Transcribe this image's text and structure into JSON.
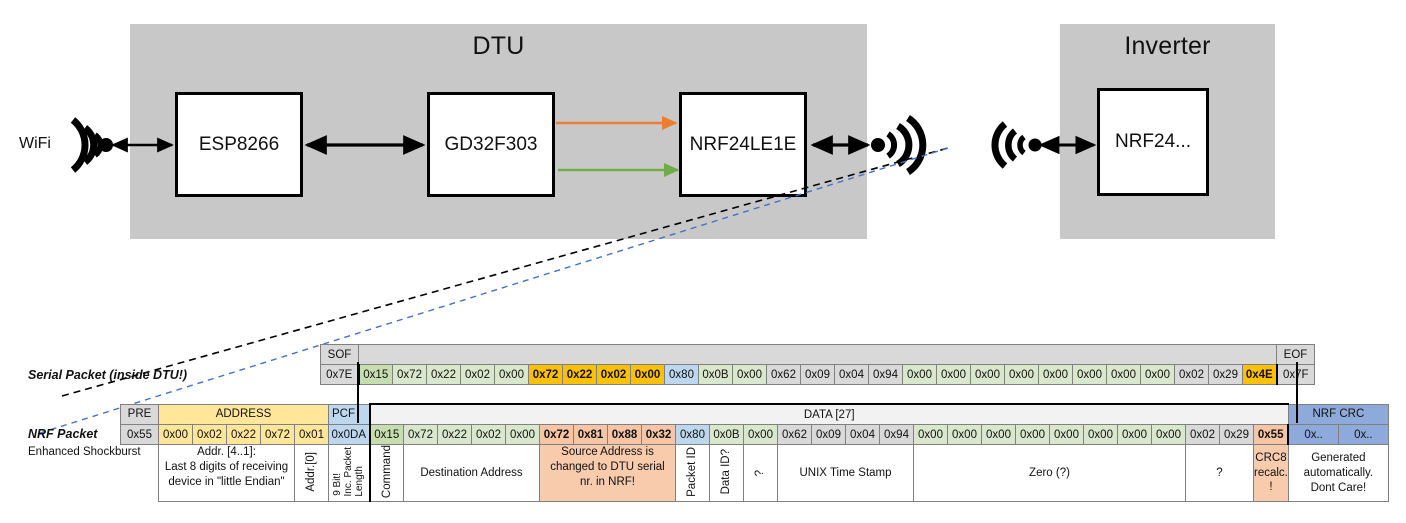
{
  "diagram": {
    "enclosures": [
      {
        "name": "dtu",
        "title": "DTU"
      },
      {
        "name": "inverter",
        "title": "Inverter"
      }
    ],
    "chips": [
      {
        "name": "esp8266",
        "label": "ESP8266"
      },
      {
        "name": "gd32f303",
        "label": "GD32F303"
      },
      {
        "name": "nrf24le1e",
        "label": "NRF24LE1E"
      },
      {
        "name": "nrf24",
        "label": "NRF24..."
      }
    ],
    "wifi_label": "WiFi",
    "arrow_colors": {
      "serial_tx": "#ED7D31",
      "serial_rx": "#70AD47",
      "bus": "#000000"
    },
    "leader_colors": {
      "serial": "#000000",
      "nrf": "#4472C4"
    }
  },
  "packets": {
    "serial_label": "Serial Packet (inside DTU!)",
    "nrf_label": "NRF Packet",
    "nrf_sublabel": "Enhanced Shockburst",
    "serial_headers": {
      "sof": "SOF",
      "eof": "EOF"
    },
    "serial_row": [
      {
        "v": "0x7E",
        "s": "v-gray"
      },
      {
        "v": "0x15",
        "s": "v-green-d"
      },
      {
        "v": "0x72",
        "s": "v-green"
      },
      {
        "v": "0x22",
        "s": "v-green"
      },
      {
        "v": "0x02",
        "s": "v-green"
      },
      {
        "v": "0x00",
        "s": "v-green"
      },
      {
        "v": "0x72",
        "s": "v-orange"
      },
      {
        "v": "0x22",
        "s": "v-orange"
      },
      {
        "v": "0x02",
        "s": "v-orange"
      },
      {
        "v": "0x00",
        "s": "v-orange"
      },
      {
        "v": "0x80",
        "s": "v-blue"
      },
      {
        "v": "0x0B",
        "s": "v-green"
      },
      {
        "v": "0x00",
        "s": "v-green"
      },
      {
        "v": "0x62",
        "s": "v-gray"
      },
      {
        "v": "0x09",
        "s": "v-gray"
      },
      {
        "v": "0x04",
        "s": "v-gray"
      },
      {
        "v": "0x94",
        "s": "v-gray"
      },
      {
        "v": "0x00",
        "s": "v-green"
      },
      {
        "v": "0x00",
        "s": "v-green"
      },
      {
        "v": "0x00",
        "s": "v-green"
      },
      {
        "v": "0x00",
        "s": "v-green"
      },
      {
        "v": "0x00",
        "s": "v-green"
      },
      {
        "v": "0x00",
        "s": "v-green"
      },
      {
        "v": "0x00",
        "s": "v-green"
      },
      {
        "v": "0x00",
        "s": "v-green"
      },
      {
        "v": "0x02",
        "s": "v-gray"
      },
      {
        "v": "0x29",
        "s": "v-gray"
      },
      {
        "v": "0x4E",
        "s": "v-orange"
      },
      {
        "v": "0x7F",
        "s": "v-gray"
      }
    ],
    "nrf_headers": {
      "pre": "PRE",
      "address": "ADDRESS",
      "pcf": "PCF",
      "data": "DATA [27]",
      "crc": "NRF CRC"
    },
    "nrf_row": [
      {
        "v": "0x55",
        "s": "v-gray"
      },
      {
        "v": "0x00",
        "s": "v-yellow"
      },
      {
        "v": "0x02",
        "s": "v-yellow"
      },
      {
        "v": "0x22",
        "s": "v-yellow"
      },
      {
        "v": "0x72",
        "s": "v-yellow"
      },
      {
        "v": "0x01",
        "s": "v-yellow"
      },
      {
        "v": "0x0DA",
        "s": "v-blue"
      },
      {
        "v": "0x15",
        "s": "v-green-d"
      },
      {
        "v": "0x72",
        "s": "v-green"
      },
      {
        "v": "0x22",
        "s": "v-green"
      },
      {
        "v": "0x02",
        "s": "v-green"
      },
      {
        "v": "0x00",
        "s": "v-green"
      },
      {
        "v": "0x72",
        "s": "v-peach"
      },
      {
        "v": "0x81",
        "s": "v-peach"
      },
      {
        "v": "0x88",
        "s": "v-peach"
      },
      {
        "v": "0x32",
        "s": "v-peach"
      },
      {
        "v": "0x80",
        "s": "v-blue"
      },
      {
        "v": "0x0B",
        "s": "v-green"
      },
      {
        "v": "0x00",
        "s": "v-green"
      },
      {
        "v": "0x62",
        "s": "v-gray"
      },
      {
        "v": "0x09",
        "s": "v-gray"
      },
      {
        "v": "0x04",
        "s": "v-gray"
      },
      {
        "v": "0x94",
        "s": "v-gray"
      },
      {
        "v": "0x00",
        "s": "v-green"
      },
      {
        "v": "0x00",
        "s": "v-green"
      },
      {
        "v": "0x00",
        "s": "v-green"
      },
      {
        "v": "0x00",
        "s": "v-green"
      },
      {
        "v": "0x00",
        "s": "v-green"
      },
      {
        "v": "0x00",
        "s": "v-green"
      },
      {
        "v": "0x00",
        "s": "v-green"
      },
      {
        "v": "0x00",
        "s": "v-green"
      },
      {
        "v": "0x02",
        "s": "v-gray"
      },
      {
        "v": "0x29",
        "s": "v-gray"
      },
      {
        "v": "0x55",
        "s": "v-peach"
      },
      {
        "v": "0x..",
        "s": "v-crcblue"
      },
      {
        "v": "0x..",
        "s": "v-crcblue"
      }
    ],
    "descriptions": {
      "address": "Addr. [4..1]:\nLast 8 digits of receiving device in \"little Endian\"",
      "address_l1": "Addr. [4..1]:",
      "address_l2": "Last 8 digits of receiving",
      "address_l3": "device in \"little Endian\"",
      "addr0": "Addr.[0]",
      "pcf_l1": "9 Bit!",
      "pcf_l2": "Inc. Packet",
      "pcf_l3": "Length",
      "command": "Command",
      "destination": "Destination Address",
      "source_l1": "Source Address is",
      "source_l2": "changed to DTU serial",
      "source_l3": "nr. in NRF!",
      "packet_id": "Packet ID",
      "data_id": "Data ID?",
      "unknown1": "?",
      "timestamp": "UNIX Time Stamp",
      "zero": "Zero (?)",
      "unknown2": "?",
      "crc8": "CRC8 recalc. !",
      "crc8_l1": "CRC8",
      "crc8_l2": "recalc.",
      "crc8_l3": "!",
      "nrfcrc_l1": "Generated",
      "nrfcrc_l2": "automatically.",
      "nrfcrc_l3": "Dont Care!"
    }
  }
}
